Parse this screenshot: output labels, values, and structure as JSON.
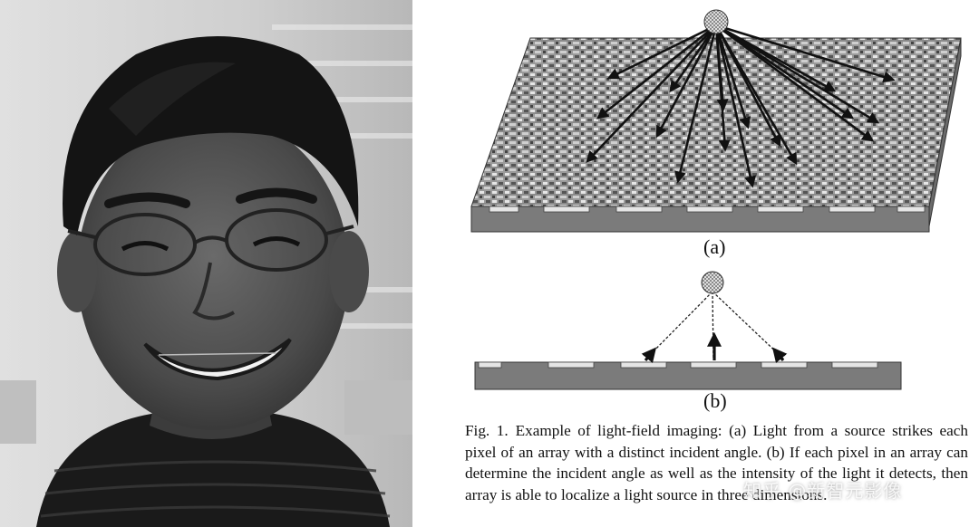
{
  "figure": {
    "panel_a_label": "(a)",
    "panel_b_label": "(b)",
    "caption_prefix": "Fig. 1.",
    "caption_text": "Example of light-field imaging: (a) Light from a source strikes each pixel of an array with a distinct incident angle. (b) If each pixel in an array can determine the incident angle as well as the intensity of the light it detects, then array is able to localize a light source in three dimensions."
  },
  "watermark": {
    "text": "知乎 @新智元影像"
  },
  "icons": {
    "light_source": "light-source-icon",
    "portrait": "portrait-photo"
  }
}
